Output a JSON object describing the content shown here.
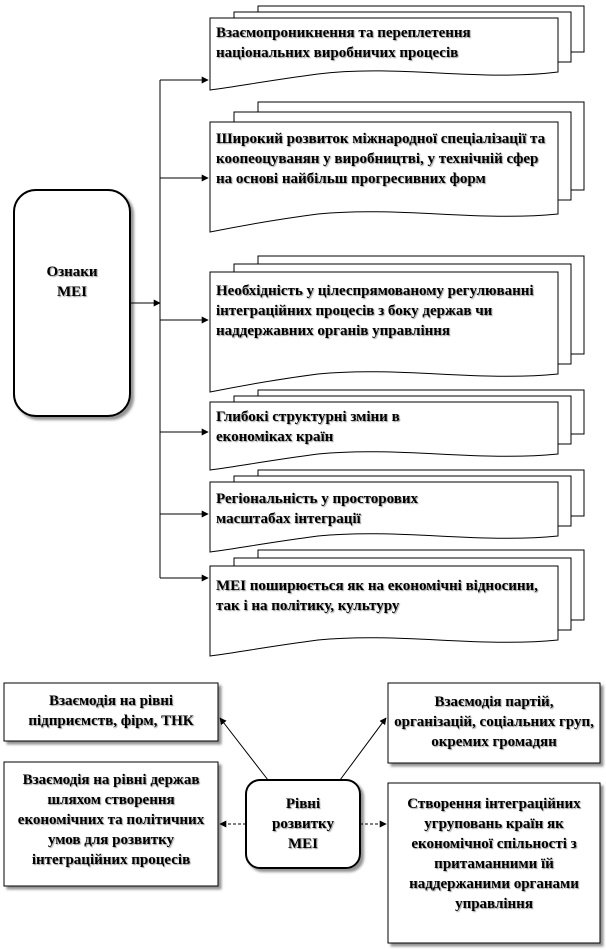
{
  "top_diagram": {
    "center_label": "Ознаки МЕІ",
    "features": [
      "Взаємопроникнення та переплетення національних виробничих процесів",
      "Широкий розвиток міжнародної спеціалізації та коопеоцуванян у виробництві, у технічній сфер на основі найбільш прогресивних форм",
      "Необхідність у цілеспрямованому регулюванні інтеграційних процесів з боку держав чи наддержавних органів управління",
      "Глибокі структурні зміни в економіках країн",
      "Регіональність у просторових масштабах інтеграції",
      "МЕІ поширюється як на економічні відносини, так і на політику, культуру"
    ]
  },
  "bottom_diagram": {
    "center_label": "Рівні розвитку МЕІ",
    "levels": [
      "Взаємодія на рівні підприємств, фірм, ТНК",
      "Взаємодія партій, організацій, соціальних груп, окремих громадян",
      "Взаємодія на рівні держав шляхом створення економічних та політичних умов для розвитку інтеграційних процесів",
      "Створення інтеграційних угруповань країн як економічної спільності з притаманними їй наддержаними органами управління"
    ]
  }
}
